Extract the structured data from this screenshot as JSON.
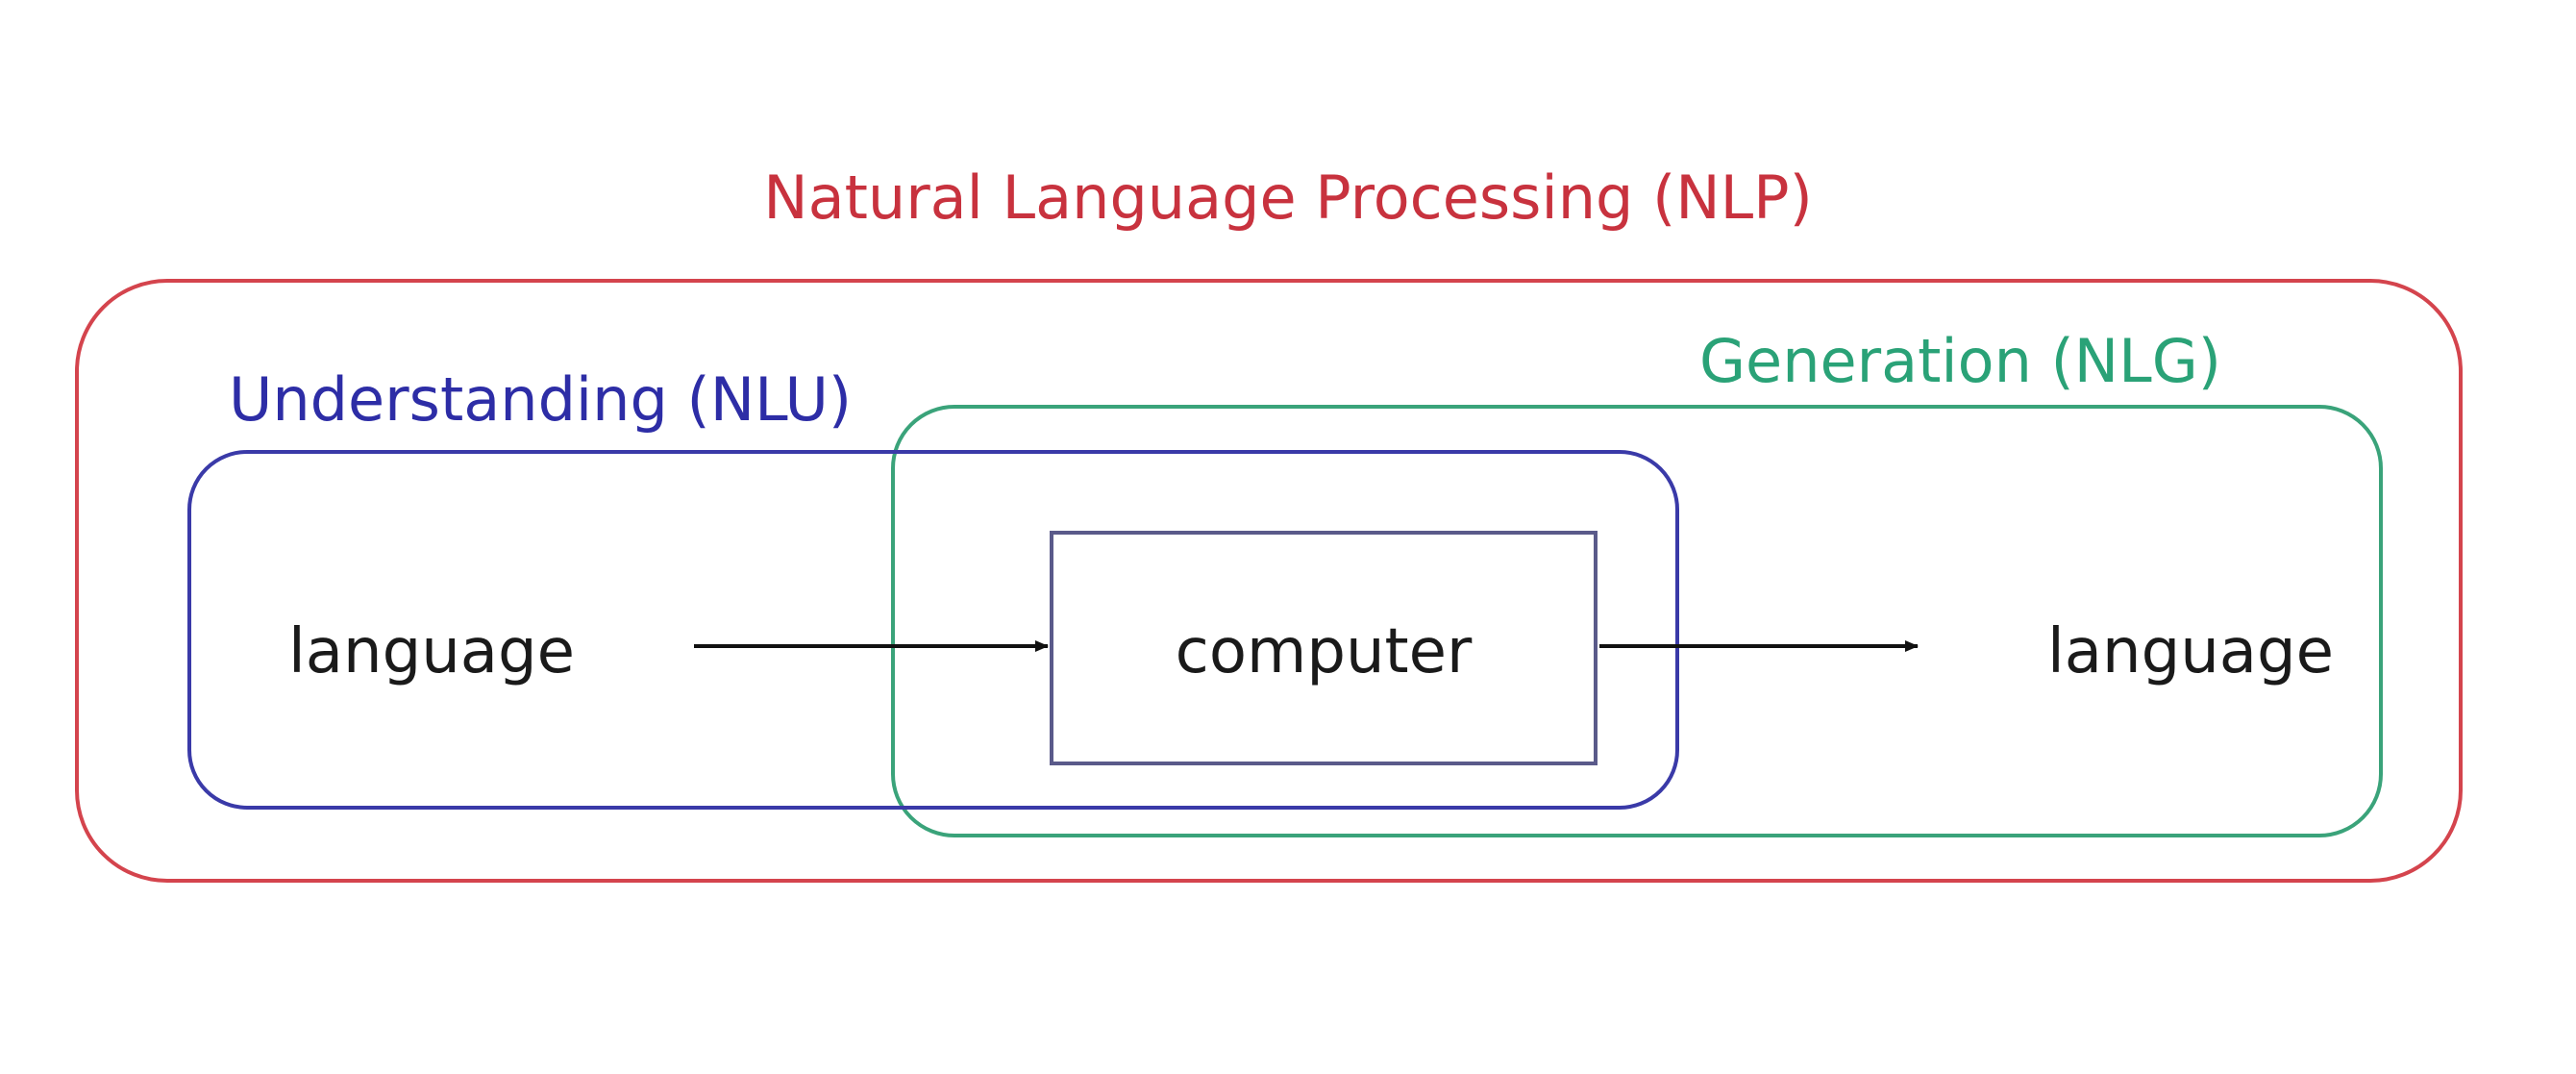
{
  "nlp": {
    "title": "Natural Language Processing (NLP)",
    "color": "#d4444d"
  },
  "nlu": {
    "title": "Understanding (NLU)",
    "color": "#3a3aa8"
  },
  "nlg": {
    "title": "Generation (NLG)",
    "color": "#3aa37a"
  },
  "flow": {
    "input": "language",
    "processor": "computer",
    "output": "language"
  }
}
